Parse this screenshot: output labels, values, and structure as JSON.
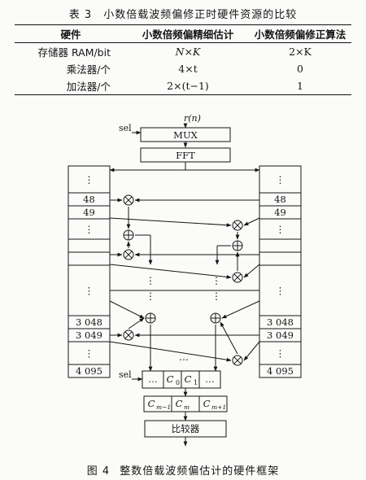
{
  "table": {
    "number": "表 3",
    "title": "小数倍载波频偏修正时硬件资源的比较",
    "headers": [
      "硬件",
      "小数倍频偏精细估计",
      "小数倍频偏修正算法"
    ],
    "rows": [
      [
        "存储器 RAM/bit",
        "N×K",
        "2×K"
      ],
      [
        "乘法器/个",
        "4×t",
        "0"
      ],
      [
        "加法器/个",
        "2×(t−1)",
        "1"
      ]
    ]
  },
  "figure": {
    "input_label": "r(n)",
    "sel_top": "sel",
    "mux_label": "MUX",
    "fft_label": "FFT",
    "left_mem": [
      "⋮",
      "48",
      "49",
      "⋮",
      "",
      "",
      "⋮",
      "3 048",
      "3 049",
      "⋮",
      "4 095"
    ],
    "right_mem": [
      "⋮",
      "48",
      "49",
      "⋮",
      "",
      "",
      "⋮",
      "3 048",
      "3 049",
      "⋮",
      "4 095"
    ],
    "sel_bottom": "sel",
    "reg_cells": [
      "…",
      "C0",
      "C1",
      "…"
    ],
    "reg_subs": [
      "",
      "0",
      "1",
      ""
    ],
    "reg_dots": "…",
    "window_cells": [
      "C",
      "C",
      "C"
    ],
    "window_subs": [
      "m−1",
      "m",
      "m+1"
    ],
    "comparator_label": "比较器",
    "caption_number": "图 4",
    "caption_text": "整数倍载波频偏估计的硬件框架"
  }
}
